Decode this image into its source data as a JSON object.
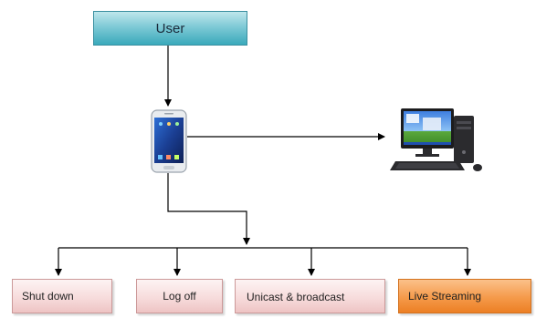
{
  "diagram": {
    "user_label": "User",
    "actions": [
      {
        "label": "Shut down"
      },
      {
        "label": "Log off"
      },
      {
        "label": "Unicast & broadcast"
      },
      {
        "label": "Live Streaming"
      }
    ],
    "icons": {
      "phone": "smartphone-icon",
      "computer": "desktop-computer-icon"
    },
    "colors": {
      "user_box": "#7fcad6",
      "action_box": "#f7dcdc",
      "highlight_box": "#f59a4a",
      "connector": "#000000"
    }
  }
}
